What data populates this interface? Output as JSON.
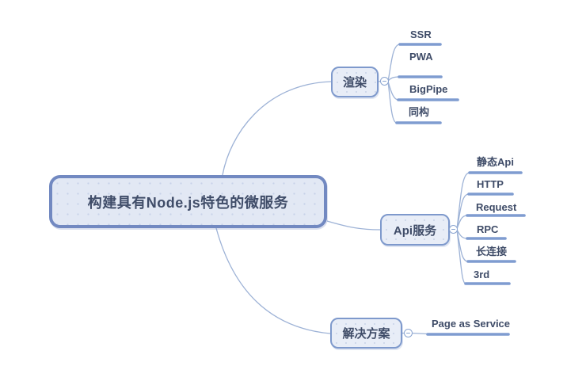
{
  "root": {
    "label": "构建具有Node.js特色的微服务"
  },
  "branches": [
    {
      "label": "渲染",
      "collapse_icon": "minus-icon",
      "children": [
        {
          "label": "SSR"
        },
        {
          "label": "PWA"
        },
        {
          "label": "BigPipe"
        },
        {
          "label": "同构"
        }
      ]
    },
    {
      "label": "Api服务",
      "collapse_icon": "minus-icon",
      "children": [
        {
          "label": "静态Api"
        },
        {
          "label": "HTTP"
        },
        {
          "label": "Request"
        },
        {
          "label": "RPC"
        },
        {
          "label": "长连接"
        },
        {
          "label": "3rd"
        }
      ]
    },
    {
      "label": "解决方案",
      "collapse_icon": "minus-icon",
      "children": [
        {
          "label": "Page as Service"
        }
      ]
    }
  ],
  "colors": {
    "node_border": "#7289c1",
    "node_fill": "#e2e8f4",
    "branch_border": "#7e99cc",
    "branch_fill": "#e8edf7",
    "leaf_line": "#7f9cd0",
    "curve": "#9db2d6",
    "text": "#3f4c68",
    "background": "#ffffff"
  }
}
